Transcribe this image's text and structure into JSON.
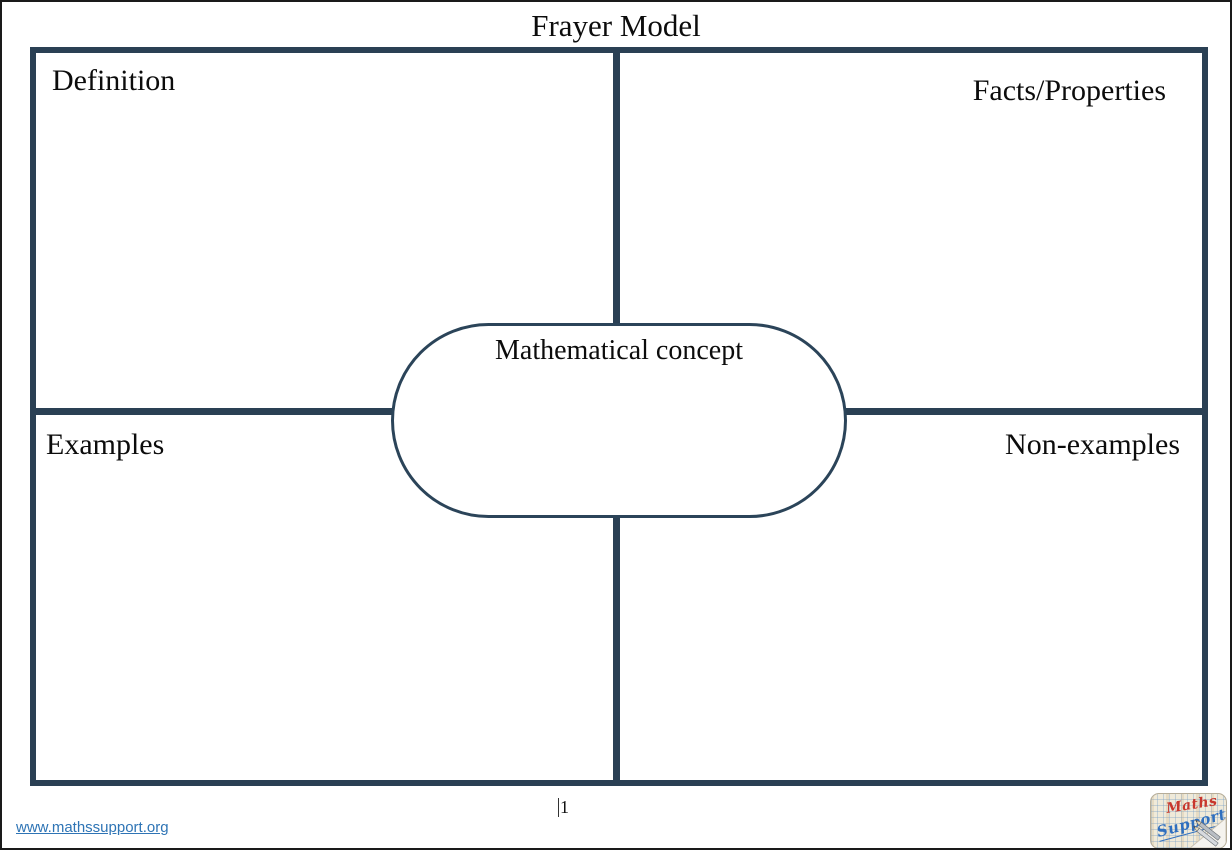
{
  "page": {
    "title": "Frayer Model",
    "number": "1"
  },
  "quadrants": [
    {
      "id": "definition",
      "label": "Definition"
    },
    {
      "id": "facts",
      "label": "Facts/Properties"
    },
    {
      "id": "examples",
      "label": "Examples"
    },
    {
      "id": "non_examples",
      "label": "Non-examples"
    }
  ],
  "center": {
    "label": "Mathematical concept"
  },
  "footer": {
    "link_text": "www.mathssupport.org"
  },
  "logo": {
    "word1": "Maths",
    "word2": "Support"
  },
  "colors": {
    "frame": "#2a4054",
    "stadium_border": "#2b4459",
    "outer_border": "#1a1a1a",
    "link_blue": "#2e74b5",
    "logo_red": "#c8372d",
    "logo_blue": "#2f6fbf"
  }
}
